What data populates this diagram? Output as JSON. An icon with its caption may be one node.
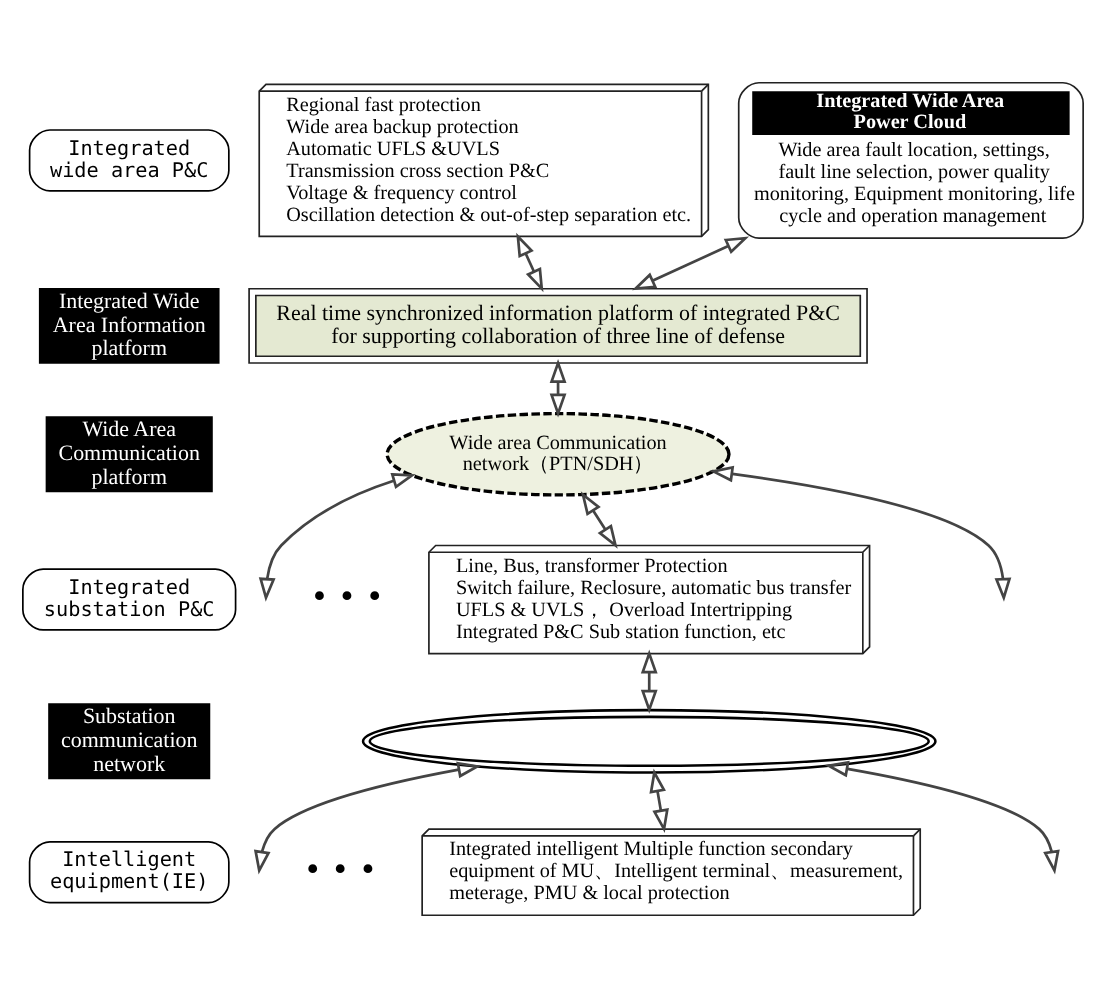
{
  "diagram": {
    "nodes": [
      {
        "text": [
          "Integrated wide area P&C"
        ]
      },
      {
        "text": [
          "Regional fast protection",
          "Wide area backup protection",
          "Automatic UFLS &UVLS",
          "Transmission cross section P&C",
          "Voltage & frequency control",
          "Oscillation detection & out-of-step separation etc."
        ]
      },
      {
        "text": [
          "Integrated Wide Area Power Cloud",
          "Wide area fault location, settings, fault line selection, power quality monitoring, Equipment monitoring, life cycle and operation management"
        ]
      },
      {
        "text": [
          "Integrated Wide Area Information platform"
        ]
      },
      {
        "text": [
          "Real time synchronized information platform of integrated P&C for supporting collaboration of three line of defense"
        ]
      },
      {
        "text": [
          "Wide Area Communication platform"
        ]
      },
      {
        "text": [
          "Wide area Communication network（PTN/SDH）"
        ]
      },
      {
        "text": [
          "Integrated substation P&C"
        ]
      },
      {
        "text": [
          "Line, Bus, transformer Protection",
          "Switch failure, Reclosure, automatic bus transfer",
          "UFLS & UVLS， Overload Intertripping",
          "Integrated P&C Sub station function, etc"
        ]
      },
      {
        "text": [
          "Substation communication network"
        ]
      },
      {
        "text": [],
        "shape": "ellipse"
      },
      {
        "text": [
          "Intelligent equipment(IE)"
        ]
      },
      {
        "text": [
          "Integrated intelligent Multiple function secondary equipment of MU、Intelligent terminal、measurement, meterage, PMU & local protection"
        ]
      }
    ],
    "edges": [
      {
        "from": 1,
        "to": 4,
        "arrow": "both"
      },
      {
        "from": 2,
        "to": 4,
        "arrow": "both"
      },
      {
        "from": 4,
        "to": 6,
        "arrow": "both"
      },
      {
        "from": 6,
        "to": null,
        "arrow": "both"
      },
      {
        "from": 6,
        "to": 8,
        "arrow": "both"
      },
      {
        "from": 6,
        "to": null,
        "arrow": "both"
      },
      {
        "from": 8,
        "to": 10,
        "arrow": "both"
      },
      {
        "from": 10,
        "to": null,
        "arrow": "both"
      },
      {
        "from": 10,
        "to": 12,
        "arrow": "both"
      },
      {
        "from": 10,
        "to": null,
        "arrow": "both"
      }
    ],
    "labels": [
      "• • •",
      "• • •"
    ]
  }
}
